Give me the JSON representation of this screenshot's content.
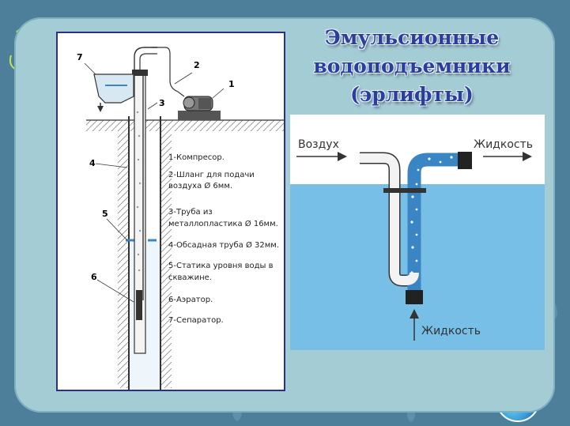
{
  "slide": {
    "title_lines": [
      "Эмульсионные",
      "водоподъемники",
      "(эрлифты)"
    ]
  },
  "well_diagram": {
    "callouts": [
      "1",
      "2",
      "3",
      "4",
      "5",
      "6",
      "7"
    ],
    "legend": [
      "1-Компресор.",
      "2-Шланг для подачи",
      "воздуха Ø 6мм.",
      "3-Труба из",
      "металлопластика  Ø 16мм.",
      "4-Обсадная труба Ø 32мм.",
      "5-Статика уровня воды в",
      "скважине.",
      "6-Аэратор.",
      "7-Сепаратор."
    ]
  },
  "airlift_diagram": {
    "label_air": "Воздух",
    "label_liquid_out": "Жидкость",
    "label_liquid_in": "Жидкость"
  },
  "colors": {
    "title": "#2a3e9e",
    "water": "#77bfe7",
    "pipe": "#3a86c4",
    "frame": "#2b2f8c"
  }
}
